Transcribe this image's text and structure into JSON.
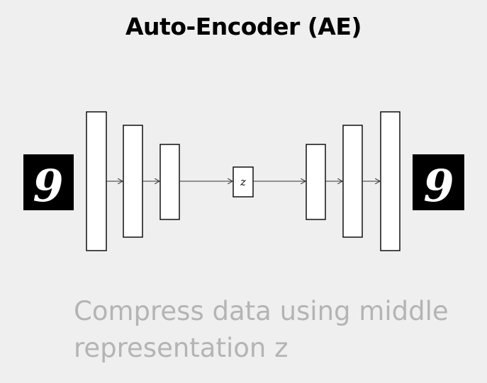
{
  "title": "Auto-Encoder (AE)",
  "diagram": {
    "input_digit": "9",
    "output_digit": "9",
    "latent_label": "z"
  },
  "caption": {
    "line1": "Compress data using middle",
    "line2": "representation z"
  }
}
